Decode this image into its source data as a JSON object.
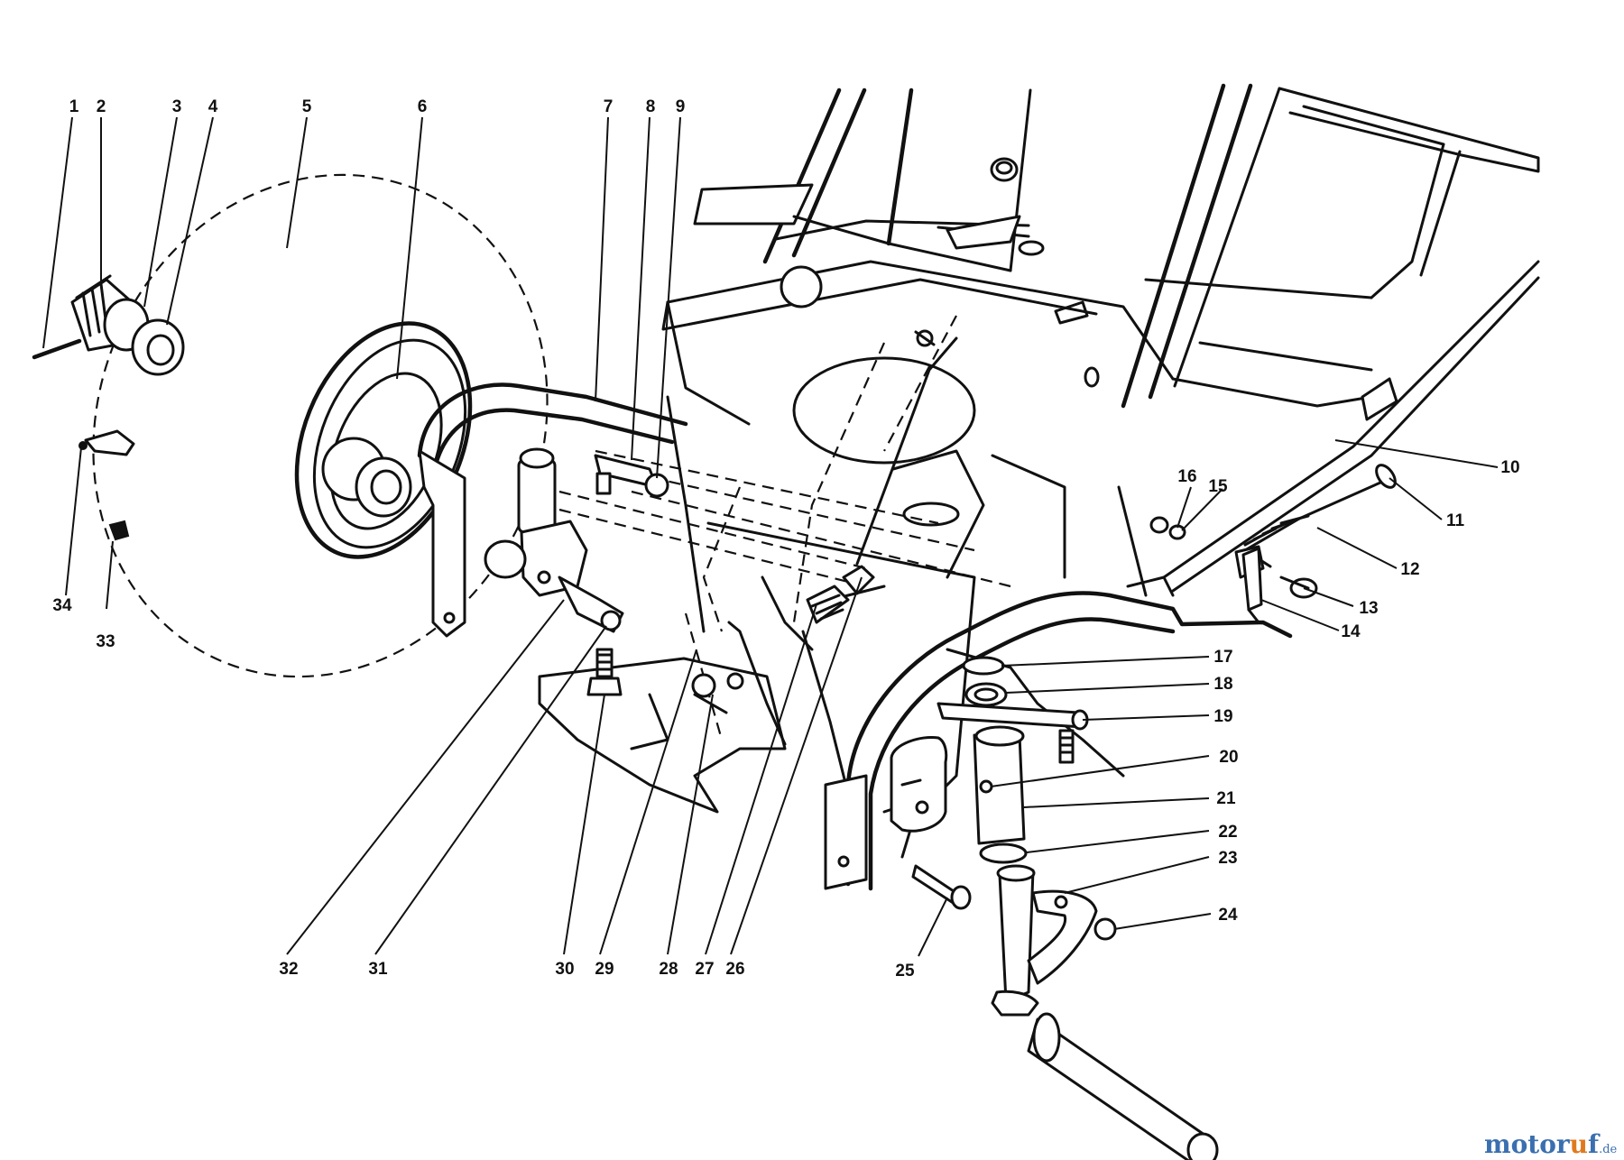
{
  "callouts": [
    "1",
    "2",
    "3",
    "4",
    "5",
    "6",
    "7",
    "8",
    "9",
    "10",
    "11",
    "12",
    "13",
    "14",
    "15",
    "16",
    "17",
    "18",
    "19",
    "20",
    "21",
    "22",
    "23",
    "24",
    "25",
    "26",
    "27",
    "28",
    "29",
    "30",
    "31",
    "32",
    "33",
    "34"
  ],
  "watermark": {
    "prefix": "motor",
    "accent": "u",
    "suffix": "f",
    "tld": ".de",
    "colors": {
      "text": "#3a6fb0",
      "accent": "#e07a1f"
    }
  }
}
